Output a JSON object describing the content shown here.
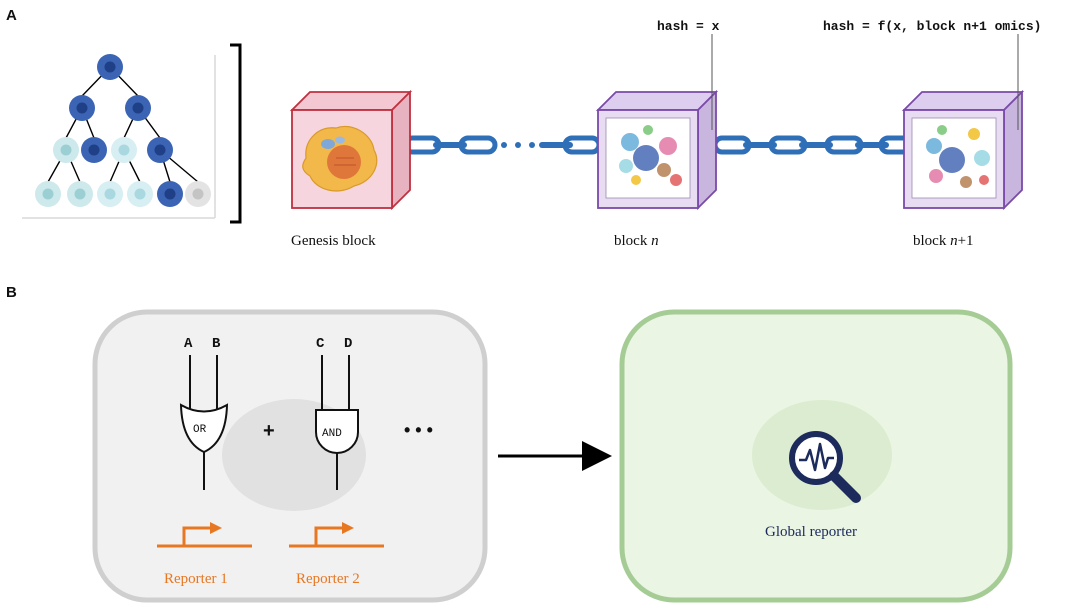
{
  "panel_a": {
    "label": "A",
    "genesis_label": "Genesis block",
    "block_n": {
      "prefix": "block ",
      "n": "n",
      "suffix": ""
    },
    "block_n1": {
      "prefix": "block ",
      "n": "n",
      "suffix": "+1"
    },
    "hash_n": "hash = x",
    "hash_n1": "hash = f(x, block n+1 omics)",
    "ellipsis": "• • •"
  },
  "panel_b": {
    "label": "B",
    "inputs": [
      "A",
      "B",
      "C",
      "D"
    ],
    "gate_or": "OR",
    "gate_and": "AND",
    "plus": "+",
    "ellipsis": "• • •",
    "reporter_1": "Reporter 1",
    "reporter_2": "Reporter 2",
    "global_reporter": "Global reporter"
  },
  "colors": {
    "cell_dark": "#3b64b4",
    "cell_light": "#cde9ec",
    "chain": "#2f6fb8",
    "genesis_face": "#f6d5de",
    "genesis_edge": "#c0303f",
    "block_face": "#e7dcf2",
    "block_edge": "#7a4aa8",
    "reporter": "#e87722",
    "global_text": "#1c2a5c",
    "cell_bg": "#f1f1f1",
    "cell_border": "#cfcfcf",
    "green_bg": "#eaf5e3",
    "green_border": "#a6cc96"
  }
}
